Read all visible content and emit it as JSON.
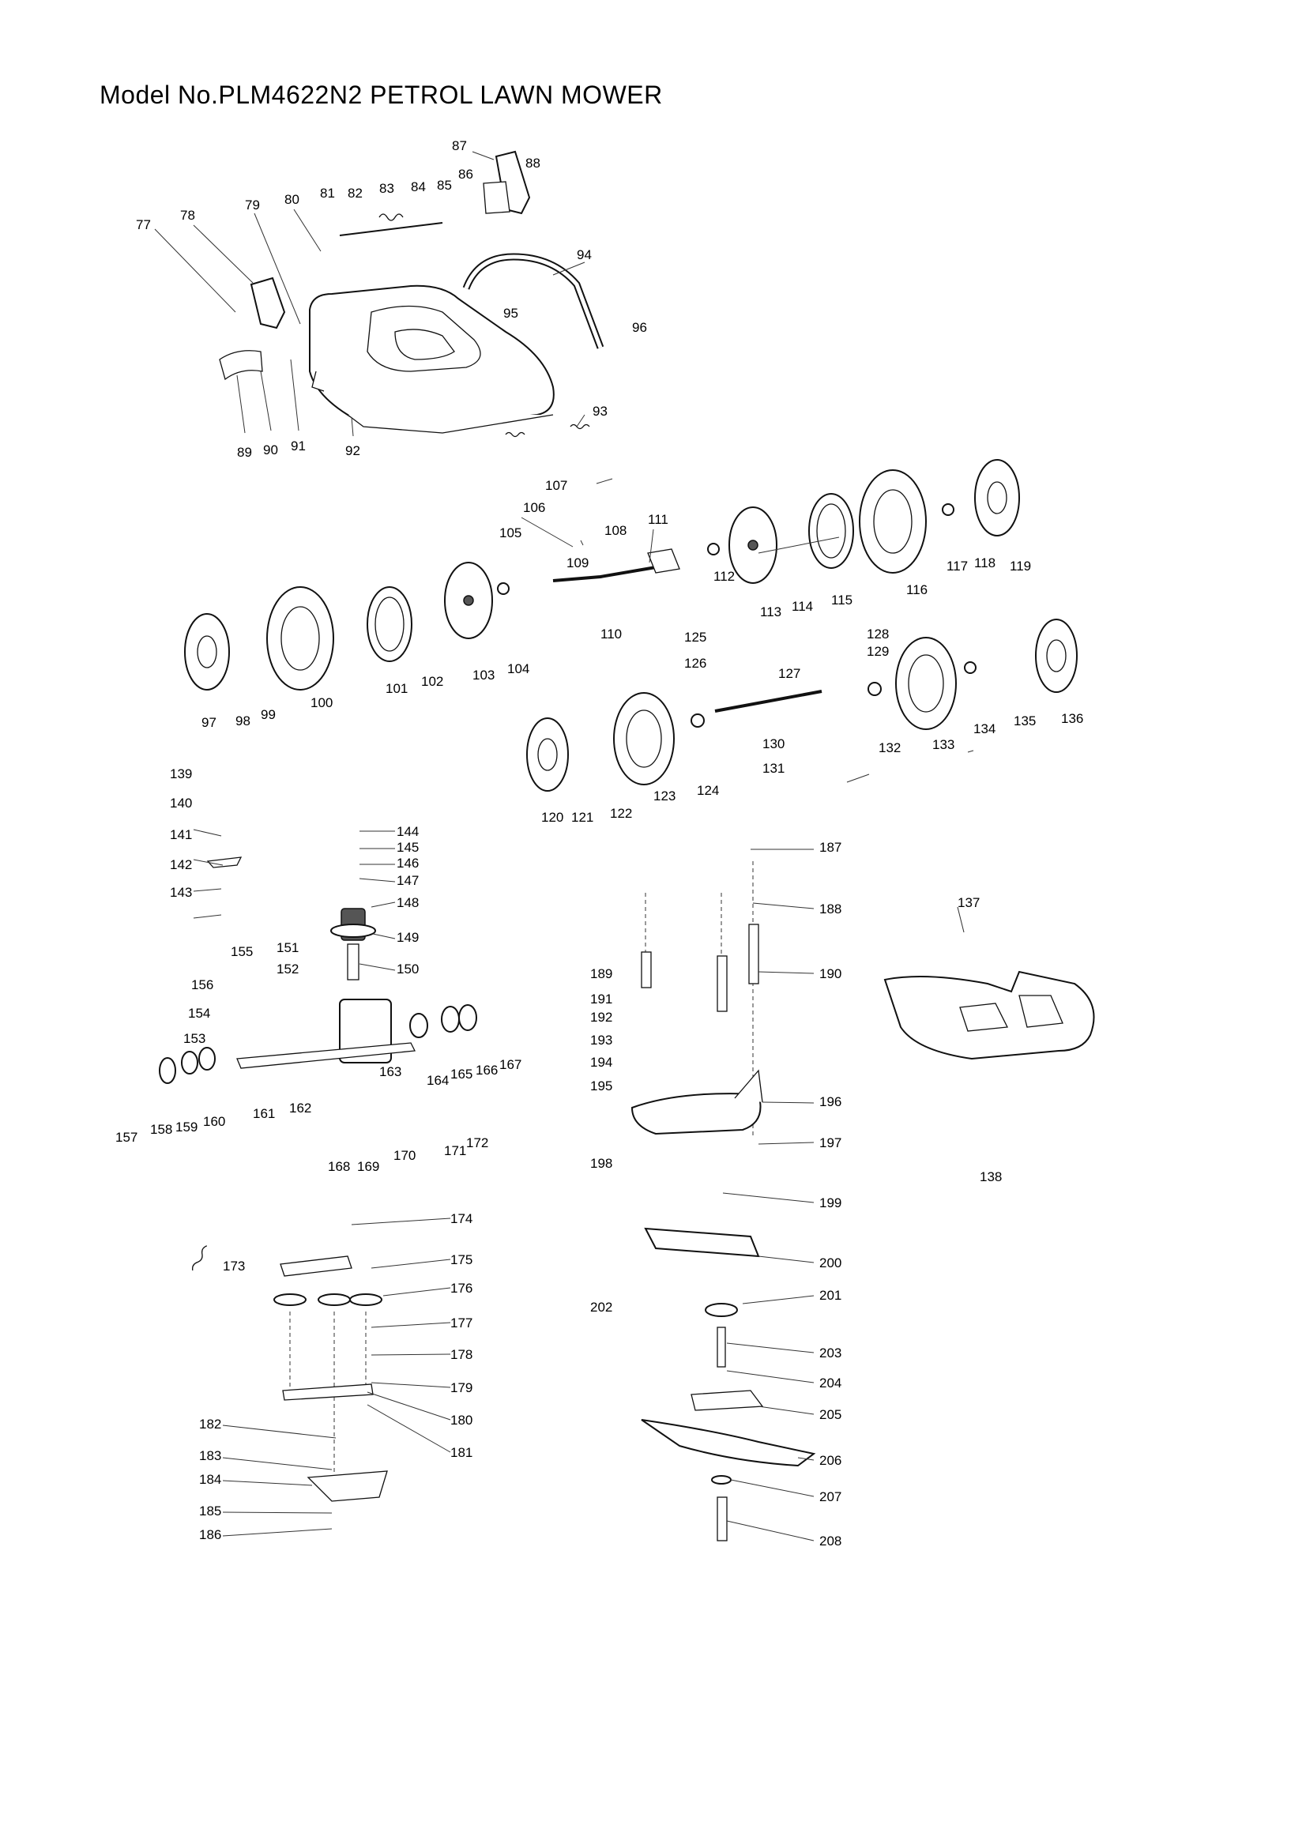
{
  "title": "Model No.PLM4622N2 PETROL LAWN MOWER",
  "colors": {
    "line": "#111111",
    "background": "#ffffff"
  },
  "assemblies": [
    {
      "name": "deck-and-height-adjuster",
      "parts": [
        "77",
        "78",
        "79",
        "80",
        "81",
        "82",
        "83",
        "84",
        "85",
        "86",
        "87",
        "88",
        "89",
        "90",
        "91",
        "92",
        "93",
        "94",
        "95",
        "96"
      ]
    },
    {
      "name": "wheels-and-drive-axles",
      "parts": [
        "97",
        "98",
        "99",
        "100",
        "101",
        "102",
        "103",
        "104",
        "105",
        "106",
        "107",
        "108",
        "109",
        "110",
        "111",
        "112",
        "113",
        "114",
        "115",
        "116",
        "117",
        "118",
        "119",
        "120",
        "121",
        "122",
        "123",
        "124",
        "125",
        "126",
        "127",
        "128",
        "129",
        "130",
        "131",
        "132",
        "133",
        "134",
        "135",
        "136"
      ]
    },
    {
      "name": "gearbox",
      "parts": [
        "139",
        "140",
        "141",
        "142",
        "143",
        "144",
        "145",
        "146",
        "147",
        "148",
        "149",
        "150",
        "151",
        "152",
        "153",
        "154",
        "155",
        "156",
        "157",
        "158",
        "159",
        "160",
        "161",
        "162",
        "163",
        "164",
        "165",
        "166",
        "167",
        "168",
        "169",
        "170",
        "171",
        "172"
      ]
    },
    {
      "name": "belt-tension",
      "parts": [
        "173",
        "174",
        "175",
        "176",
        "177",
        "178",
        "179",
        "180",
        "181",
        "182",
        "183",
        "184",
        "185",
        "186"
      ]
    },
    {
      "name": "engine-mount-and-blade",
      "parts": [
        "187",
        "188",
        "189",
        "190",
        "191",
        "192",
        "193",
        "194",
        "195",
        "196",
        "197",
        "198",
        "199",
        "200",
        "201",
        "202",
        "203",
        "204",
        "205",
        "206",
        "207",
        "208"
      ]
    },
    {
      "name": "rear-cover",
      "parts": [
        "137",
        "138"
      ]
    }
  ]
}
